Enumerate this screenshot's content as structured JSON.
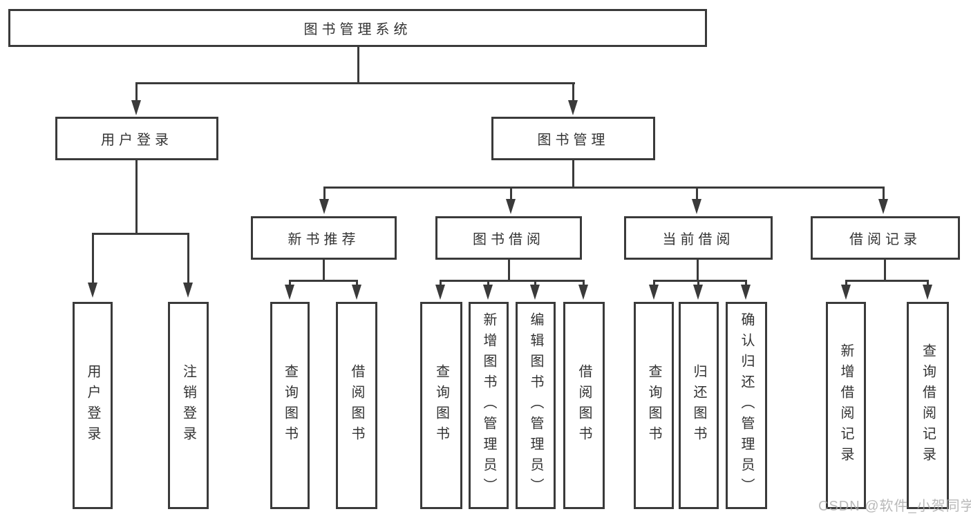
{
  "tree": {
    "root": "图书管理系统",
    "level2": [
      {
        "label": "用户登录",
        "children": [
          "用户登录",
          "注销登录"
        ]
      },
      {
        "label": "图书管理"
      }
    ],
    "level3": [
      {
        "label": "新书推荐",
        "children": [
          "查询图书",
          "借阅图书"
        ]
      },
      {
        "label": "图书借阅",
        "children": [
          "查询图书",
          "新增图书（管理员）",
          "编辑图书（管理员）",
          "借阅图书"
        ]
      },
      {
        "label": "当前借阅",
        "children": [
          "查询图书",
          "归还图书",
          "确认归还（管理员）"
        ]
      },
      {
        "label": "借阅记录",
        "children": [
          "新增借阅记录",
          "查询借阅记录"
        ]
      }
    ]
  },
  "watermark": {
    "text": "CSDN @软件_小贺同学"
  },
  "colors": {
    "line": "#3a3a3a",
    "border": "#3a3a3a",
    "fill": "#ffffff",
    "text": "#333333",
    "watermark": "#a8a8a8",
    "background": "#ffffff"
  }
}
